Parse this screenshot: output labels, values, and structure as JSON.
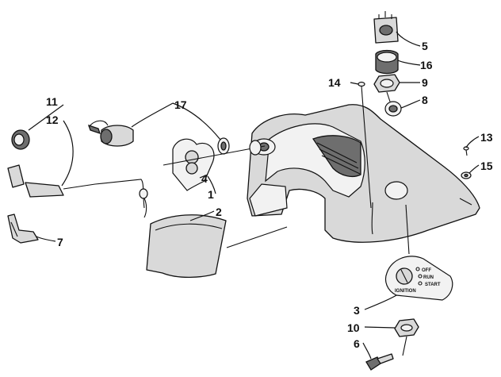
{
  "callouts": {
    "c1": "1",
    "c2": "2",
    "c3": "3",
    "c4": "4",
    "c5": "5",
    "c6": "6",
    "c7": "7",
    "c8": "8",
    "c9": "9",
    "c10": "10",
    "c11": "11",
    "c12": "12",
    "c13": "13",
    "c14": "14",
    "c15": "15",
    "c16": "16",
    "c17": "17"
  },
  "ignition_plate": {
    "off": "OFF",
    "run": "RUN",
    "start": "START",
    "ignition": "IGNITION"
  }
}
